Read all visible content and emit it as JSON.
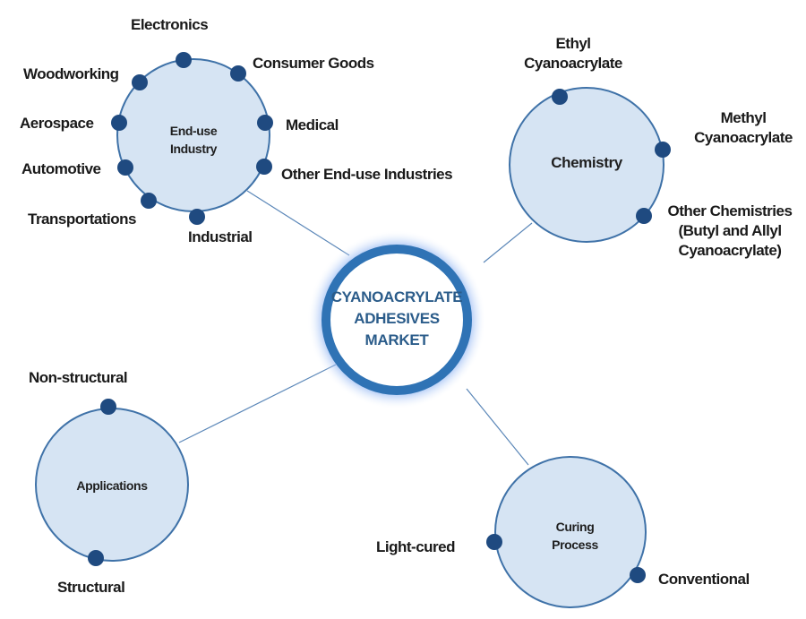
{
  "hub": {
    "title_lines": [
      "CYANOACRYLATE",
      "ADHESIVES",
      "MARKET"
    ]
  },
  "colors": {
    "hub_ring": "#2f73b5",
    "hub_glow": "#6a9ff0",
    "node_fill": "#d6e4f3",
    "node_stroke": "#3f72a8",
    "dot": "#1f4a80",
    "connector": "#5b87b8",
    "hub_text": "#2b5c8a"
  },
  "nodes": {
    "end_use": {
      "title_lines": [
        "End-use",
        "Industry"
      ],
      "items": [
        "Electronics",
        "Consumer Goods",
        "Medical",
        "Other End-use Industries",
        "Industrial",
        "Transportations",
        "Automotive",
        "Aerospace",
        "Woodworking"
      ]
    },
    "chemistry": {
      "title_lines": [
        "Chemistry"
      ],
      "items": [
        {
          "lines": [
            "Ethyl",
            "Cyanoacrylate"
          ]
        },
        {
          "lines": [
            "Methyl",
            "Cyanoacrylate"
          ]
        },
        {
          "lines": [
            "Other Chemistries",
            "(Butyl and Allyl",
            "Cyanoacrylate)"
          ]
        }
      ]
    },
    "applications": {
      "title_lines": [
        "Applications"
      ],
      "items": [
        "Non-structural",
        "Structural"
      ]
    },
    "curing": {
      "title_lines": [
        "Curing",
        "Process"
      ],
      "items": [
        "Light-cured",
        "Conventional"
      ]
    }
  }
}
